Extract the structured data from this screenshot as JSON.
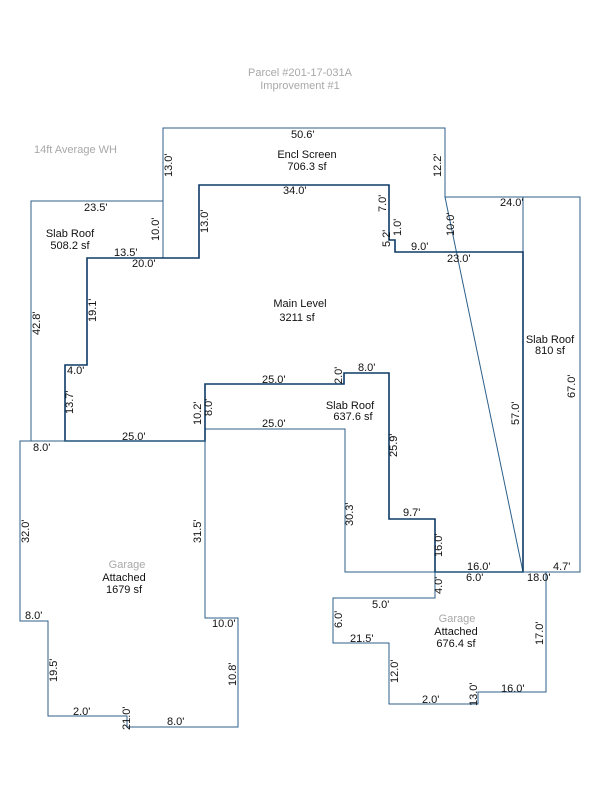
{
  "header": {
    "parcel": "Parcel #201-17-031A",
    "improvement": "Improvement #1"
  },
  "note": "14ft Average WH",
  "colors": {
    "outline_light": "#2c5f8a",
    "outline_main": "#0d3a66",
    "text": "#111111",
    "muted": "#a8a8a8"
  },
  "areas": [
    {
      "id": "encl-screen",
      "name": "Encl Screen",
      "sub": "",
      "value": "706.3 sf"
    },
    {
      "id": "slab-roof-left",
      "name": "Slab Roof",
      "sub": "",
      "value": "508.2 sf"
    },
    {
      "id": "main-level",
      "name": "Main Level",
      "sub": "",
      "value": "3211 sf"
    },
    {
      "id": "slab-roof-right",
      "name": "Slab Roof",
      "sub": "",
      "value": "810 sf"
    },
    {
      "id": "slab-roof-center",
      "name": "Slab Roof",
      "sub": "",
      "value": "637.6 sf"
    },
    {
      "id": "garage-left",
      "name": "Attached",
      "sub": "Garage",
      "value": "1679 sf"
    },
    {
      "id": "garage-right",
      "name": "Attached",
      "sub": "Garage",
      "value": "676.4 sf"
    }
  ],
  "dimensions": [
    "50.6'",
    "13.0'",
    "12.2'",
    "34.0'",
    "7.0'",
    "13.0'",
    "10.0'",
    "23.5'",
    "24.0'",
    "10.0'",
    "5.2'",
    "1.0'",
    "9.0'",
    "23.0'",
    "13.5'",
    "20.0'",
    "42.8'",
    "19.1'",
    "4.0'",
    "13.7'",
    "8.0'",
    "25.0'",
    "2.0'",
    "25.0'",
    "10.2'",
    "8.0'",
    "25.0'",
    "25.9'",
    "57.0'",
    "67.0'",
    "8.0'",
    "30.3'",
    "31.5'",
    "32.0'",
    "9.7'",
    "16.0'",
    "16.0'",
    "6.0'",
    "4.7'",
    "4.0'",
    "18.0'",
    "5.0'",
    "8.0'",
    "6.0'",
    "10.0'",
    "21.5'",
    "17.0'",
    "19.5'",
    "10.8'",
    "12.0'",
    "16.0'",
    "2.0'",
    "13.0'",
    "2.0'",
    "21.0'",
    "8.0'"
  ]
}
